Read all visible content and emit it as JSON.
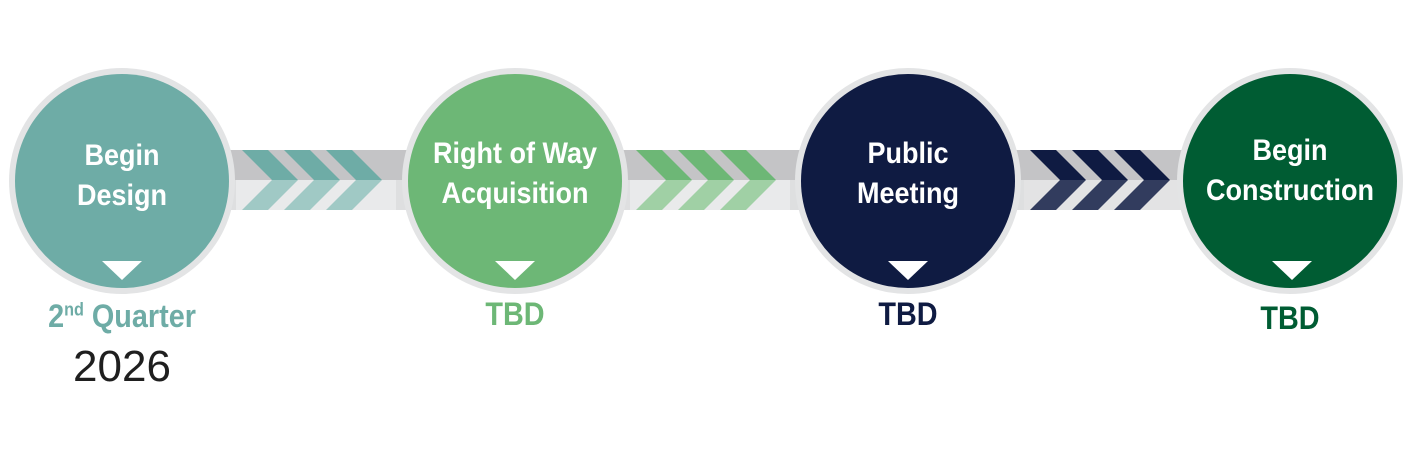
{
  "colors": {
    "teal": "#6eaca6",
    "green": "#6db776",
    "navy": "#0f1b42",
    "dark_green": "#005c33",
    "band_top": "#c4c4c6",
    "band_bottom": "#dedfe0"
  },
  "steps": [
    {
      "title_line1": "Begin",
      "title_line2": "Design",
      "date": "Quarter",
      "date_ordinal": "2",
      "date_ordinal_suffix": "nd",
      "date_year": "2026"
    },
    {
      "title_line1": "Right of Way",
      "title_line2": "Acquisition",
      "date": "TBD"
    },
    {
      "title_line1": "Public",
      "title_line2": "Meeting",
      "date": "TBD"
    },
    {
      "title_line1": "Begin",
      "title_line2": "Construction",
      "date": "TBD"
    }
  ]
}
